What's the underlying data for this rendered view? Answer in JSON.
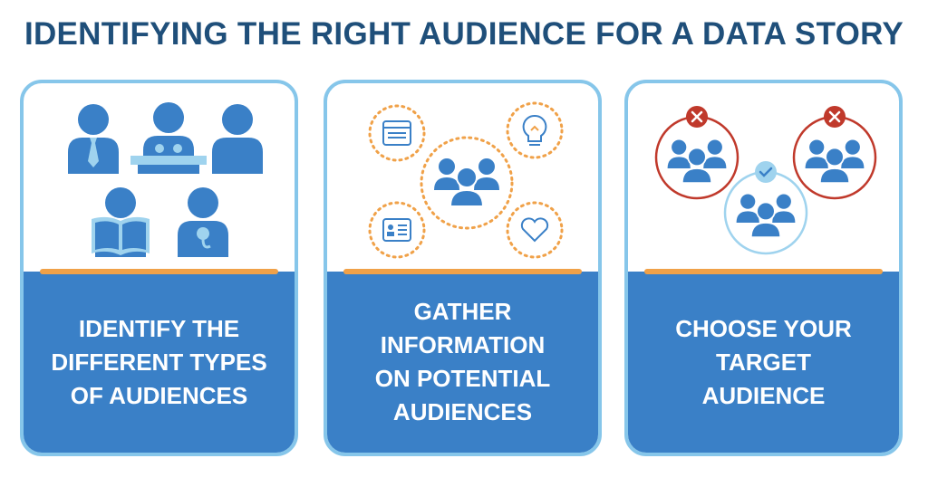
{
  "title": "IDENTIFYING THE RIGHT AUDIENCE FOR A DATA STORY",
  "colors": {
    "title": "#1f4f7a",
    "panel_border": "#86c6ea",
    "panel_bottom": "#3a80c7",
    "divider": "#f0a148",
    "icon_blue": "#3a80c7",
    "icon_dotted_ring": "#f0a148",
    "reject_red": "#c0392b",
    "check_ring": "#9fd3ee"
  },
  "panels": [
    {
      "label": "IDENTIFY THE\nDIFFERENT TYPES\nOF AUDIENCES",
      "icons": [
        "person-with-tie-icon",
        "speaker-at-podium-icon",
        "person-icon",
        "person-reading-book-icon",
        "person-with-microphone-icon"
      ]
    },
    {
      "label": "GATHER\nINFORMATION\nON POTENTIAL\nAUDIENCES",
      "icons": [
        "browser-window-icon",
        "light-bulb-icon",
        "group-of-people-icon",
        "id-card-icon",
        "heart-icon"
      ]
    },
    {
      "label": "CHOOSE YOUR\nTARGET\nAUDIENCE",
      "icons": [
        "rejected-group-icon",
        "selected-group-icon",
        "rejected-group-icon"
      ]
    }
  ]
}
